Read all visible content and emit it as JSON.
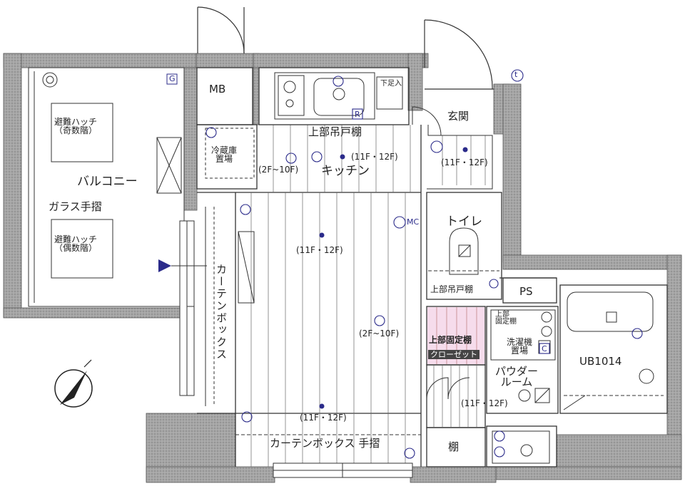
{
  "labels": {
    "mb": "MB",
    "balcony": "バルコニー",
    "glass_rail": "ガラス手摺",
    "hatch_1": "避難ハッチ\n（奇数階）",
    "hatch_2": "避難ハッチ\n（偶数階）",
    "fridge": "冷蔵庫\n置場",
    "upper_cabinet_kitchen": "上部吊戸棚",
    "kitchen": "キッチン",
    "floors_2_10_a": "(2F~10F)",
    "floors_11_12_kitchen": "(11F・12F)",
    "genkan": "玄関",
    "shoe_box": "下足入",
    "floors_11_12_genkan": "(11F・12F)",
    "toilet": "トイレ",
    "upper_cabinet_toilet": "上部吊戸棚",
    "ps": "PS",
    "curtain_box_v": "カーテンボックス",
    "floors_11_12_room": "(11F・12F)",
    "floors_2_10_room": "(2F~10F)",
    "floors_11_12_lower": "(11F・12F)",
    "closet_upper": "上部固定棚",
    "closet": "クローゼット",
    "upper_fixed_shelf_small": "上部\n固定棚",
    "washer": "洗濯機\n置場",
    "powder_room": "パウダー\nルーム",
    "floors_11_12_powder": "(11F・12F)",
    "ub": "UB1014",
    "curtain_box_rail": "カーテンボックス 手摺",
    "shelf": "棚",
    "mark_g": "G",
    "mark_r": "R",
    "mark_c": "C",
    "mark_mc": "MC",
    "mark_t": "t"
  },
  "colors": {
    "wall": "#8c8c8c",
    "line": "#333333",
    "accent": "#2b2b8a",
    "closet_fill": "#f6dcec"
  },
  "icons": [
    "north-arrow-icon",
    "entrance-arrow-icon",
    "ceiling-light-icon",
    "stove-icon",
    "sink-icon",
    "toilet-icon",
    "bathtub-icon",
    "washbasin-icon"
  ]
}
